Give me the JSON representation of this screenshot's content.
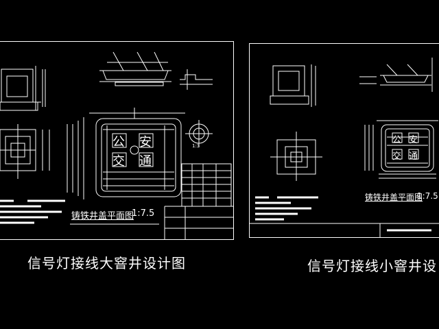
{
  "left_sheet": {
    "plan_title": "铸铁井盖平面图",
    "plan_scale": "1:7.5",
    "cover_chars": [
      "公",
      "安",
      "交",
      "通"
    ],
    "scale_small": "1:3"
  },
  "right_sheet": {
    "plan_title": "铸铁井盖平面图",
    "plan_scale": "1:7.5",
    "cover_chars": [
      "公",
      "安",
      "交",
      "通"
    ]
  },
  "captions": {
    "left": "信号灯接线大窨井设计图",
    "right": "信号灯接线小窨井设"
  },
  "colors": {
    "background": "#000000",
    "line": "#ffffff"
  }
}
